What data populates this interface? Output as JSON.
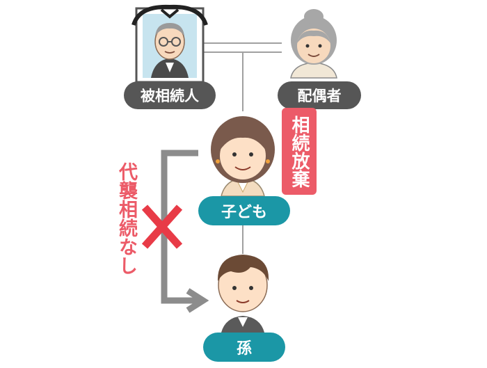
{
  "people": {
    "deceased": {
      "label": "被相続人",
      "icon": "portrait-elderly-man-icon"
    },
    "spouse": {
      "label": "配偶者",
      "icon": "elderly-woman-icon"
    },
    "child": {
      "label": "子ども",
      "icon": "woman-icon"
    },
    "grandchild": {
      "label": "孫",
      "icon": "young-man-icon"
    }
  },
  "annotations": {
    "renunciation": "相続放棄",
    "no_representation": "代襲相続なし"
  },
  "colors": {
    "label_gray": "#565656",
    "label_teal": "#1b97a6",
    "accent_red": "#ec5b68",
    "cross_red": "#e83b47",
    "line_gray": "#9a9a9a"
  }
}
